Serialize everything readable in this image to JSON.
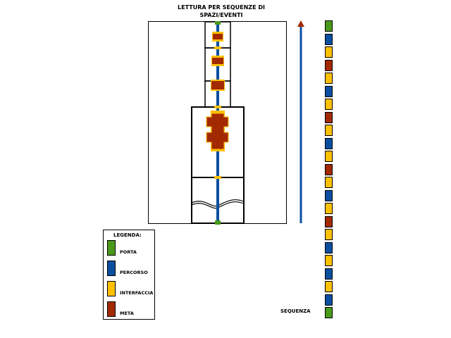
{
  "title_line1": "LETTURA PER SEQUENZE DI",
  "title_line2": "SPAZI/EVENTI",
  "colors": {
    "porta": "#4a9a1a",
    "percorso": "#0a4fa0",
    "interfaccia": "#ffc000",
    "meta": "#a32a00"
  },
  "legend": {
    "title": "LEGENDA:",
    "items": [
      {
        "key": "porta",
        "label": "PORTA"
      },
      {
        "key": "percorso",
        "label": "PERCORSO"
      },
      {
        "key": "interfaccia",
        "label": "INTERFACCIA"
      },
      {
        "key": "meta",
        "label": "META"
      }
    ]
  },
  "sequence_label": "SEQUENZA",
  "sequence": [
    "porta",
    "percorso",
    "interfaccia",
    "meta",
    "interfaccia",
    "percorso",
    "interfaccia",
    "meta",
    "interfaccia",
    "percorso",
    "interfaccia",
    "meta",
    "interfaccia",
    "percorso",
    "interfaccia",
    "meta",
    "interfaccia",
    "percorso",
    "interfaccia",
    "percorso",
    "interfaccia",
    "percorso",
    "porta"
  ]
}
